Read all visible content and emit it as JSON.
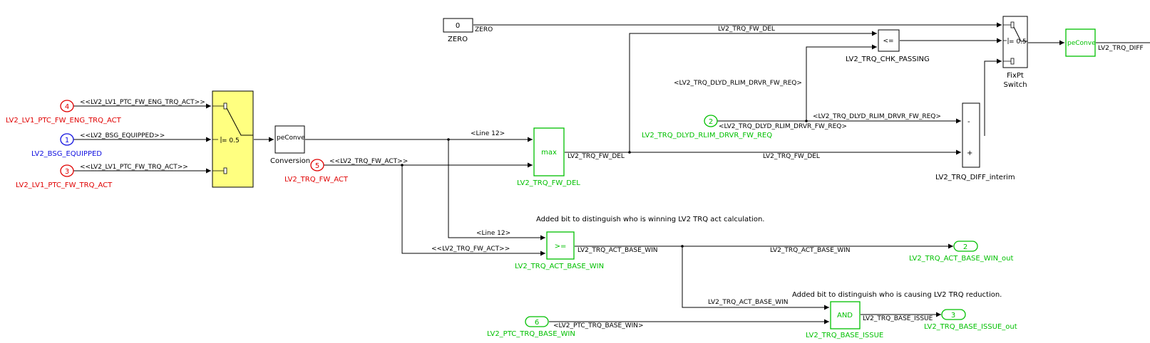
{
  "colors": {
    "red": "#e00000",
    "blue": "#1010e0",
    "green": "#00c000",
    "black": "#000000",
    "switch_fill": "#ffff80"
  },
  "inports": [
    {
      "num": "4",
      "name": "LV2_LV1_PTC_FW_ENG_TRQ_ACT",
      "signal": "<<LV2_LV1_PTC_FW_ENG_TRQ_ACT>>",
      "color": "red"
    },
    {
      "num": "1",
      "name": "LV2_BSG_EQUIPPED",
      "signal": "<<LV2_BSG_EQUIPPED>>",
      "color": "blue"
    },
    {
      "num": "3",
      "name": "LV2_LV1_PTC_FW_TRQ_ACT",
      "signal": "<<LV2_LV1_PTC_FW_TRQ_ACT>>",
      "color": "red"
    },
    {
      "num": "5",
      "name": "LV2_TRQ_FW_ACT",
      "signal": "<<LV2_TRQ_FW_ACT>>",
      "color": "red"
    },
    {
      "num": "2",
      "name": "LV2_TRQ_DLYD_RLIM_DRVR_FW_REQ",
      "signal": "<LV2_TRQ_DLYD_RLIM_DRVR_FW_REQ>",
      "color": "green"
    },
    {
      "num": "6",
      "name": "LV2_PTC_TRQ_BASE_WIN",
      "signal": "<LV2_PTC_TRQ_BASE_WIN>",
      "color": "green"
    }
  ],
  "outports": [
    {
      "num": "2",
      "name": "LV2_TRQ_ACT_BASE_WIN_out"
    },
    {
      "num": "3",
      "name": "LV2_TRQ_BASE_ISSUE_out"
    }
  ],
  "blocks": {
    "input_switch_threshold": "= 0.5",
    "conversion_text": "peConve",
    "conversion_name": "Conversion",
    "max_text": "max",
    "max_name": "LV2_TRQ_FW_DEL",
    "ge_text": ">=",
    "ge_name": "LV2_TRQ_ACT_BASE_WIN",
    "and_text": "AND",
    "and_name": "LV2_TRQ_BASE_ISSUE",
    "zero_value": "0",
    "zero_name": "ZERO",
    "le_text": "<=",
    "le_name": "LV2_TRQ_CHK_PASSING",
    "sum_name": "LV2_TRQ_DIFF_interim",
    "sum_minus": "-",
    "sum_plus": "+",
    "fixpt_threshold": "= 0.5",
    "fixpt_name_line1": "FixPt",
    "fixpt_name_line2": "Switch",
    "out_conversion_text": "peConve"
  },
  "signals": {
    "line12_top": "<Line 12>",
    "line12_bottom": "<Line 12>",
    "fw_act_bottom": "<<LV2_TRQ_FW_ACT>>",
    "fw_del_out": "LV2_TRQ_FW_DEL",
    "fw_del_top": "LV2_TRQ_FW_DEL",
    "fw_del_mid": "LV2_TRQ_FW_DEL",
    "zero_signal": "ZERO",
    "dlyd_upper": "<LV2_TRQ_DLYD_RLIM_DRVR_FW_REQ>",
    "dlyd_right": "<LV2_TRQ_DLYD_RLIM_DRVR_FW_REQ>",
    "base_win_out": "LV2_TRQ_ACT_BASE_WIN",
    "base_win_right": "LV2_TRQ_ACT_BASE_WIN",
    "base_win_down": "LV2_TRQ_ACT_BASE_WIN",
    "base_issue": "LV2_TRQ_BASE_ISSUE",
    "trq_diff": "LV2_TRQ_DIFF"
  },
  "annotations": {
    "winning": "Added bit to distinguish who is winning LV2 TRQ act calculation.",
    "reduction": "Added bit to distinguish who is causing LV2 TRQ reduction."
  }
}
